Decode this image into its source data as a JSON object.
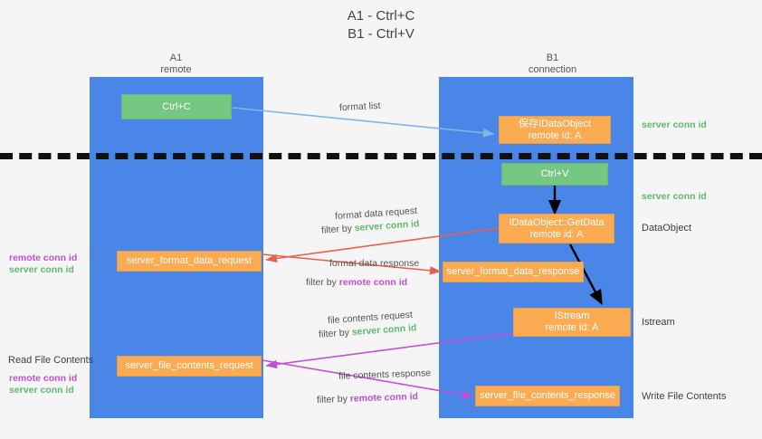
{
  "title": {
    "line1": "A1 - Ctrl+C",
    "line2": "B1 - Ctrl+V"
  },
  "colors": {
    "lane": "#4a86e8",
    "box_green": "#75c781",
    "box_orange": "#fbab51",
    "server_conn_id": "#5fb96e",
    "remote_conn_id": "#c34fd6",
    "arrow_blue": "#7eb6e8",
    "arrow_red": "#e8604c",
    "arrow_magenta": "#c34fd6",
    "arrow_black": "#000000",
    "background": "#f5f5f5"
  },
  "columns": [
    {
      "name": "A1",
      "sub": "remote"
    },
    {
      "name": "B1",
      "sub": "connection"
    }
  ],
  "boxes": {
    "ctrl_c": {
      "line1": "Ctrl+C"
    },
    "save_idataobject": {
      "line1": "保存IDataObject",
      "line2": "remote id: A"
    },
    "ctrl_v": {
      "line1": "Ctrl+V"
    },
    "getdata": {
      "line1": "IDataObject::GetData",
      "line2": "remote id: A"
    },
    "istream": {
      "line1": "IStream",
      "line2": "remote id: A"
    },
    "server_format_data_request": {
      "line1": "server_format_data_request"
    },
    "server_format_data_response": {
      "line1": "server_format_data_response"
    },
    "server_file_contents_request": {
      "line1": "server_file_contents_request"
    },
    "server_file_contents_response": {
      "line1": "server_file_contents_response"
    }
  },
  "edge_labels": {
    "format_list": "format list",
    "format_data_request": "format data request",
    "format_data_response": "format data response",
    "file_contents_request": "file contents request",
    "file_contents_response": "file contents response",
    "filter_by": "filter by ",
    "server_conn_id": "server conn id",
    "remote_conn_id": "remote conn id"
  },
  "right_labels": {
    "server_conn_id_top": "server conn id",
    "server_conn_id_mid": "server conn id",
    "dataobject": "DataObject",
    "istream": "Istream",
    "write_file_contents": "Write File Contents"
  },
  "left_labels": {
    "remote_conn_id_1": "remote conn id",
    "server_conn_id_1": "server conn id",
    "read_file_contents": "Read File Contents",
    "remote_conn_id_2": "remote conn id",
    "server_conn_id_2": "server conn id"
  }
}
